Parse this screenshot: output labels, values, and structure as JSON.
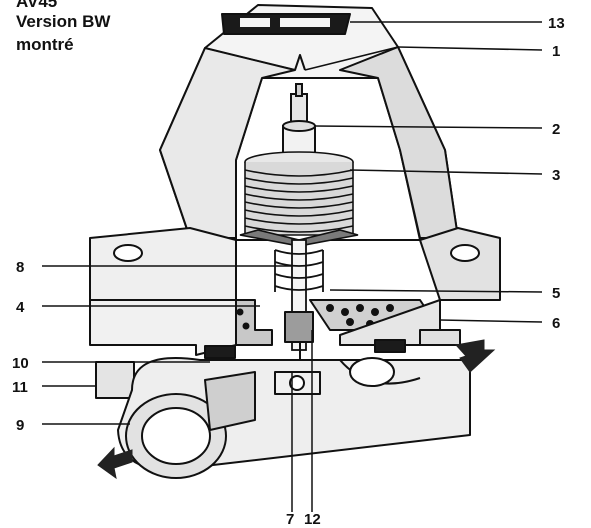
{
  "title": {
    "line1": "AV45",
    "line2": "Version BW",
    "line3": "montré"
  },
  "callouts": {
    "c1": "1",
    "c2": "2",
    "c3": "3",
    "c4": "4",
    "c5": "5",
    "c6": "6",
    "c7": "7",
    "c8": "8",
    "c9": "9",
    "c10": "10",
    "c11": "11",
    "c12": "12",
    "c13": "13"
  },
  "colors": {
    "outline": "#111111",
    "body_fill": "#f4f4f4",
    "shade": "#d8d8d8",
    "dark_shade": "#9a9a9a",
    "arrow": "#222222"
  },
  "icons": {
    "flow_arrow_in": "flow-arrow-in-icon",
    "flow_arrow_out": "flow-arrow-out-icon"
  }
}
